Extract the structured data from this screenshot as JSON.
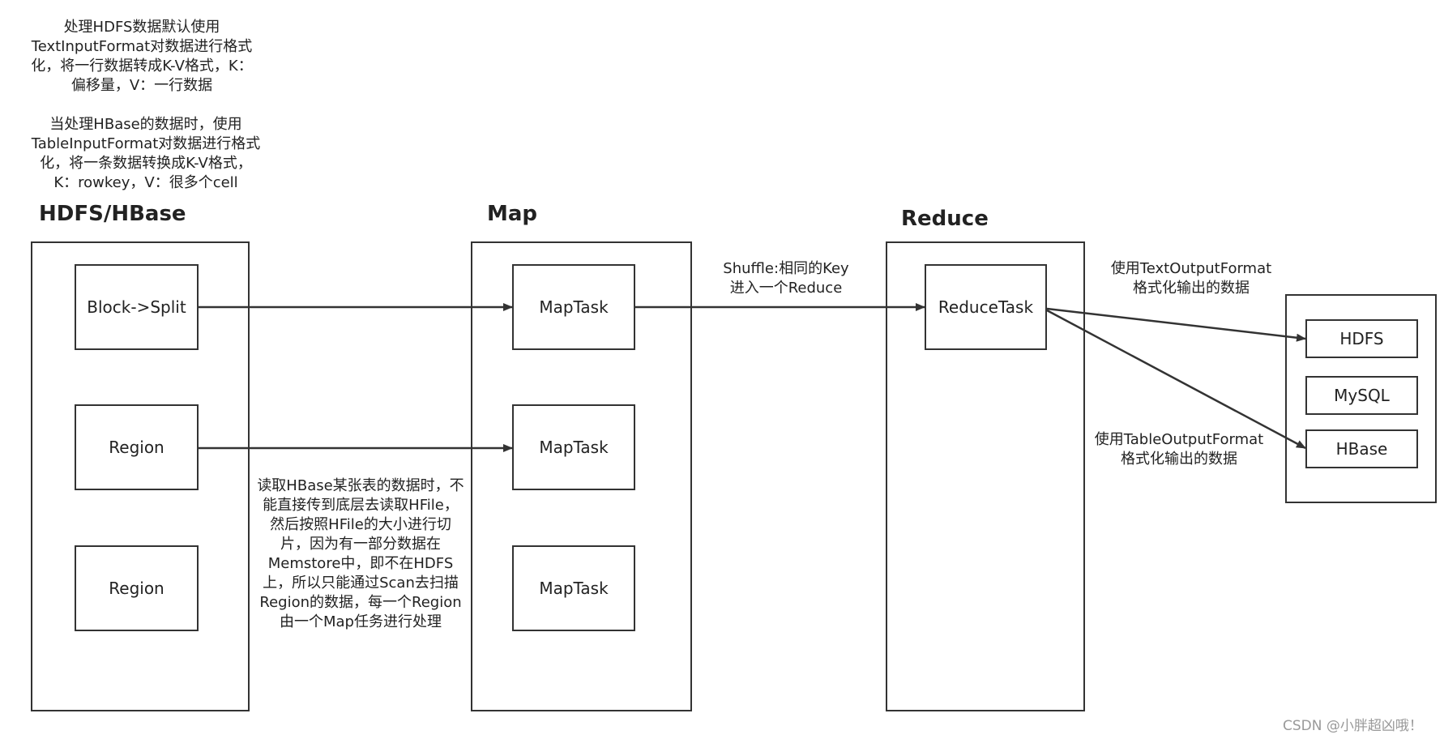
{
  "notes": {
    "hdfs_input": "处理HDFS数据默认使用\nTextInputFormat对数据进行格式\n化，将一行数据转成K-V格式，K：\n偏移量，V：一行数据",
    "hbase_input": "当处理HBase的数据时，使用\nTableInputFormat对数据进行格式\n化，将一条数据转换成K-V格式，\nK：rowkey，V：很多个cell",
    "hbase_scan": "读取HBase某张表的数据时，不\n能直接传到底层去读取HFile，\n然后按照HFile的大小进行切\n片，因为有一部分数据在\nMemstore中，即不在HDFS\n上，所以只能通过Scan去扫描\nRegion的数据，每一个Region\n由一个Map任务进行处理",
    "shuffle": "Shuffle:相同的Key\n进入一个Reduce",
    "text_output": "使用TextOutputFormat\n格式化输出的数据",
    "table_output": "使用TableOutputFormat\n格式化输出的数据"
  },
  "headings": {
    "source": "HDFS/HBase",
    "map": "Map",
    "reduce": "Reduce"
  },
  "source_nodes": [
    "Block->Split",
    "Region",
    "Region"
  ],
  "map_nodes": [
    "MapTask",
    "MapTask",
    "MapTask"
  ],
  "reduce_node": "ReduceTask",
  "output_nodes": [
    "HDFS",
    "MySQL",
    "HBase"
  ],
  "watermark": "CSDN @小胖超凶哦！",
  "colors": {
    "stroke": "#333333",
    "text": "#222222",
    "watermark": "#999999",
    "background": "#ffffff"
  }
}
